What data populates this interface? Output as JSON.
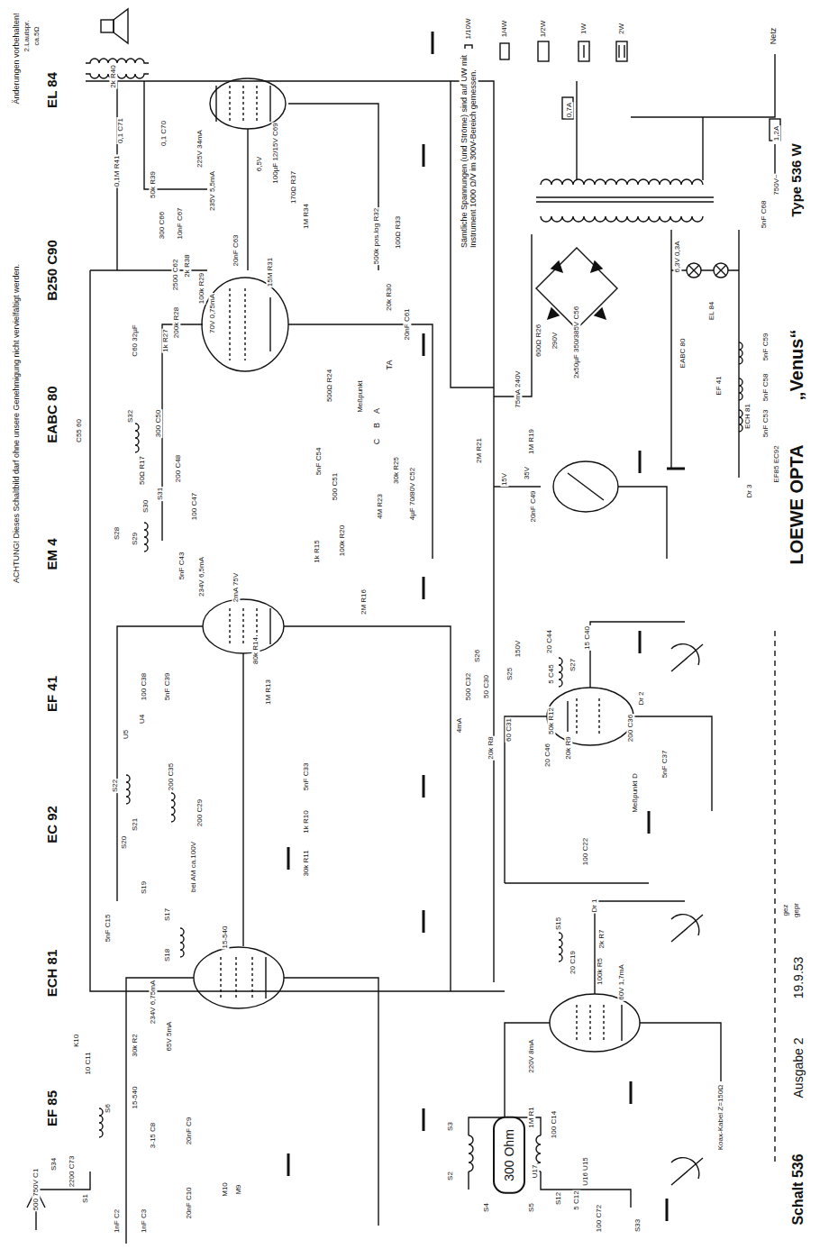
{
  "diagram": {
    "nodes": [
      {
        "text": [
          "300 Ohm"
        ]
      }
    ],
    "labels": [
      "Änderungen vorbehalten!",
      "ACHTUNG! Dieses Schaltbild darf ohne unsere Genehmigung nicht vervielfältigt werden.",
      "2.Lautspr.",
      "ca.5Ω",
      "EL 84",
      "B250 C90",
      "EABC 80",
      "EM 4",
      "EF 41",
      "EC 92",
      "ECH 81",
      "EF 85",
      "LOEWE OPTA",
      "„Venus“",
      "Type 536 W",
      "Schalt 536",
      "Ausgabe 2",
      "19.9.53",
      "gez",
      "gepr",
      "Sämtliche Spannungen (und Ströme) sind auf UW mit Instrument 1000 Ω/V im 300V-Bereich gemessen.",
      "Netz",
      "1,2A",
      "0,7A",
      "750V~",
      "5nF C68",
      "6,3V 0,3A",
      "EL 84",
      "EABC 80",
      "EF 41",
      "ECH 81",
      "EF85 EC92",
      "Dr 3",
      "600Ω R26",
      "290V",
      "2x50µF 350/385V C56",
      "75mA 240V",
      "225V 34mA",
      "235V 5,5mA",
      "2k R40",
      "0,1 C71",
      "0,1 C70",
      "0,1M R41",
      "50k R39",
      "2k R38",
      "100µF 12/15V C69",
      "6,5V",
      "170Ω R37",
      "1M R34",
      "500k pos.log R32",
      "100Ω R33",
      "20k R30",
      "20nF C61",
      "2500 C62",
      "300 C66",
      "10nF C67",
      "200k R28",
      "100k R29",
      "1k R27",
      "C60 32µF",
      "70V 0,75mA",
      "15M R31",
      "20nF C63",
      "Meßpunkt",
      "A",
      "B",
      "C",
      "TA",
      "500Ω R24",
      "30k R25",
      "4µF 70/80V C52",
      "4M R23",
      "5nF C54",
      "500 C51",
      "100k R20",
      "2M R16",
      "1k R15",
      "50Ω R17",
      "S32",
      "S30",
      "S31",
      "C55 60",
      "300 C50",
      "200 C48",
      "100 C47",
      "S28",
      "S29",
      "5nF C43",
      "234V 6,5mA",
      "2mA 75V",
      "80k R14",
      "1M R13",
      "100 C38",
      "5nF C39",
      "U4",
      "U5",
      "200 C35",
      "S22",
      "S20",
      "S21",
      "200 C29",
      "5nF C33",
      "1k R10",
      "30k R11",
      "bei AM ca.100V",
      "S19",
      "S17",
      "S18",
      "15-540",
      "234V 6,75mA",
      "65V 5mA",
      "30k R2",
      "5nF C15",
      "Meßpunkt D",
      "150V",
      "500 C32",
      "50 C30",
      "4mA",
      "20k R8",
      "60 C31",
      "50k R12",
      "20k R9",
      "2M R21",
      "1M R19",
      "15V",
      "35V",
      "20nF C49",
      "20 C44",
      "5 C45",
      "S27",
      "15 C40",
      "20 C46",
      "200 C36",
      "Dr 2",
      "5nF C37",
      "S25",
      "S26",
      "Dr 1",
      "2k R7",
      "100 C22",
      "S15",
      "20 C19",
      "100k R5",
      "220V 8mA",
      "60V 1,7mA",
      "1M R1",
      "100 C14",
      "U17",
      "U16 U15",
      "S12",
      "5 C12",
      "100 C72",
      "Koax-Kabel Z=150Ω",
      "S33",
      "S2",
      "S3",
      "S4",
      "S5",
      "S34",
      "2200 C73",
      "500 750V C1",
      "1nF C3",
      "1nF C2",
      "S1",
      "15-540",
      "3-15 C8",
      "20nF C9",
      "20nF C10",
      "10 C11",
      "S6",
      "K10",
      "M10",
      "M9",
      "5nF C59",
      "5nF C58",
      "5nF C53"
    ],
    "legend": [
      {
        "text": "1/10W"
      },
      {
        "text": "1/4W"
      },
      {
        "text": "1/2W"
      },
      {
        "text": "1W"
      },
      {
        "text": "2W"
      }
    ]
  }
}
